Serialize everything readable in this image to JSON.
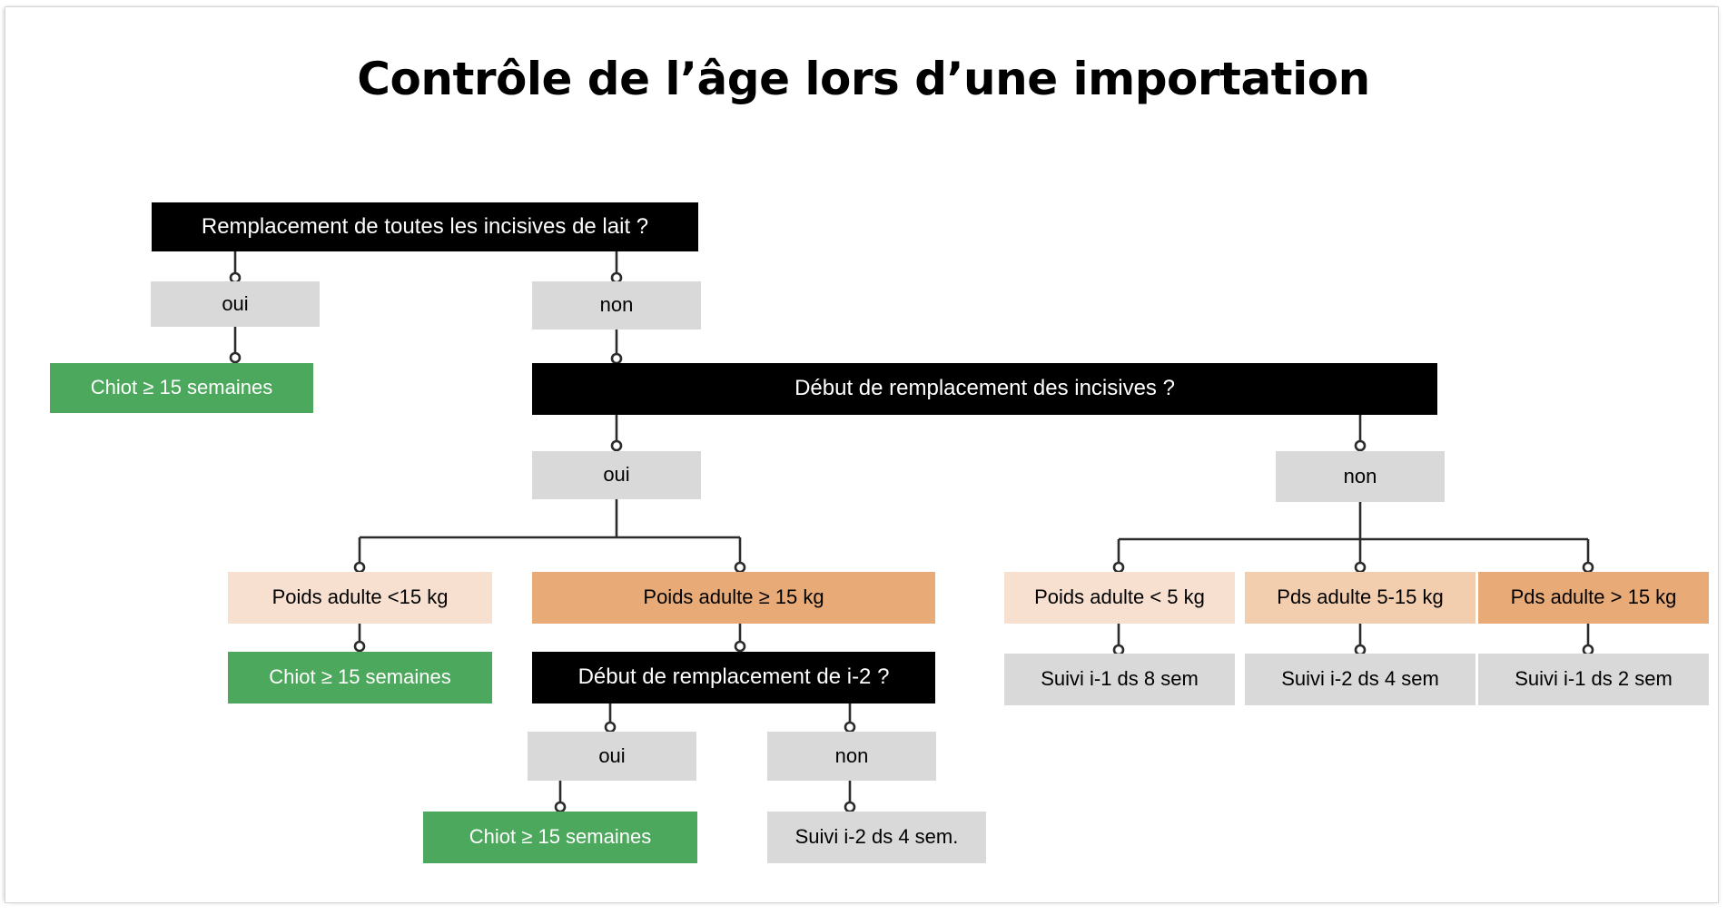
{
  "title": "Contrôle de l’âge lors d’une importation",
  "colors": {
    "question_bg": "#000000",
    "question_fg": "#ffffff",
    "answer_bg": "#d9d9d9",
    "result_green": "#4ca85c",
    "weight_light": "#f7e0d0",
    "weight_mid": "#f2cdae",
    "weight_dark": "#e8ab78",
    "followup_bg": "#d9d9d9",
    "connector": "#2b2b2b",
    "background": "#ffffff"
  },
  "nodes": {
    "q_root": "Remplacement de toutes les incisives de lait ?",
    "a_root_oui": "oui",
    "a_root_non": "non",
    "r_root_oui": "Chiot ≥ 15 semaines",
    "q_debut": "Début de remplacement des incisives ?",
    "a_debut_oui": "oui",
    "a_debut_non": "non",
    "w_lt15": "Poids adulte <15 kg",
    "w_ge15": "Poids adulte ≥ 15 kg",
    "r_lt15": "Chiot ≥ 15 semaines",
    "q_i2": "Début de remplacement de i-2 ?",
    "a_i2_oui": "oui",
    "a_i2_non": "non",
    "r_i2_oui": "Chiot ≥ 15 semaines",
    "r_i2_non": "Suivi i-2 ds 4 sem.",
    "w_lt5": "Poids adulte < 5 kg",
    "w_5_15": "Pds adulte 5-15 kg",
    "w_gt15": "Pds adulte > 15 kg",
    "f_lt5": "Suivi i-1 ds 8 sem",
    "f_5_15": "Suivi i-2 ds 4 sem",
    "f_gt15": "Suivi i-1 ds 2 sem"
  }
}
